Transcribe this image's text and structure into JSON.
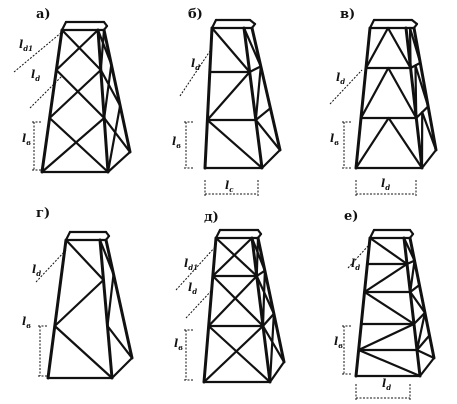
{
  "panels": [
    {
      "id": "a",
      "label": "а)",
      "dims": [
        {
          "main": "l",
          "sub": "d1"
        },
        {
          "main": "l",
          "sub": "d"
        },
        {
          "main": "l",
          "sub": "в"
        }
      ]
    },
    {
      "id": "b",
      "label": "б)",
      "dims": [
        {
          "main": "l",
          "sub": "d"
        },
        {
          "main": "l",
          "sub": "в"
        },
        {
          "main": "l",
          "sub": "c"
        }
      ]
    },
    {
      "id": "v",
      "label": "в)",
      "dims": [
        {
          "main": "l",
          "sub": "d"
        },
        {
          "main": "l",
          "sub": "в"
        },
        {
          "main": "l",
          "sub": "d"
        }
      ]
    },
    {
      "id": "g",
      "label": "г)",
      "dims": [
        {
          "main": "l",
          "sub": "d"
        },
        {
          "main": "l",
          "sub": "в"
        }
      ]
    },
    {
      "id": "d",
      "label": "д)",
      "dims": [
        {
          "main": "l",
          "sub": "d1"
        },
        {
          "main": "l",
          "sub": "d"
        },
        {
          "main": "l",
          "sub": "в"
        }
      ]
    },
    {
      "id": "e",
      "label": "е)",
      "dims": [
        {
          "main": "l",
          "sub": "d"
        },
        {
          "main": "l",
          "sub": "в"
        },
        {
          "main": "l",
          "sub": "d"
        }
      ]
    }
  ],
  "colors": {
    "ink": "#111111"
  }
}
